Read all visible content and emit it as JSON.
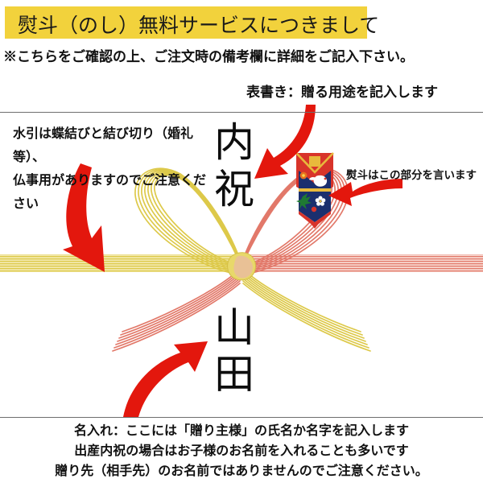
{
  "header": {
    "title": "熨斗（のし）無料サービスにつきまして",
    "subtitle": "※こちらをご確認の上、ご注文時の備考欄に詳細をご記入下さい。",
    "banner_color": "#f2d23c",
    "text_color": "#1a1a1a"
  },
  "annotations": {
    "omotegaki": {
      "text": "表書き：贈る用途を記入します",
      "points_to": "noshi-omotegaki-kanji"
    },
    "mizuhiki": {
      "line1": "水引は蝶結びと結び切り（婚礼等）、",
      "line2": "仏事用がありますのでご注意ください",
      "points_to": "mizuhiki-band"
    },
    "noshi": {
      "text": "熨斗はこの部分を言います",
      "points_to": "noshi-ornament"
    },
    "naire": {
      "line1": "名入れ：ここには「贈り主様」の氏名か名字を記入します",
      "line2": "出産内祝の場合はお子様のお名前を入れることも多いです",
      "line3": "贈り先（相手先）のお名前ではありませんのでご注意ください。",
      "points_to": "noshi-naire-kanji"
    }
  },
  "noshi_paper": {
    "omotegaki_kanji": [
      "内",
      "祝"
    ],
    "naire_kanji": [
      "山",
      "田"
    ],
    "mizuhiki": {
      "style": "butterfly-knot",
      "left_color": "#e8d84a",
      "right_color": "#e8776a",
      "strand_count": 7
    },
    "ornament": {
      "name": "noshi-awabi-ornament",
      "body_color": "#1b2f6e",
      "accent_color": "#d8342a",
      "gold_color": "#e8b93c"
    }
  },
  "arrows": {
    "color": "#e3170d",
    "items": [
      {
        "name": "arrow-to-omotegaki",
        "direction": "down-left"
      },
      {
        "name": "arrow-to-mizuhiki",
        "direction": "down"
      },
      {
        "name": "arrow-to-noshi-ornament",
        "direction": "left"
      },
      {
        "name": "arrow-to-naire",
        "direction": "up-right"
      }
    ]
  },
  "rules": {
    "color": "#6f6f6f",
    "count": 2
  }
}
